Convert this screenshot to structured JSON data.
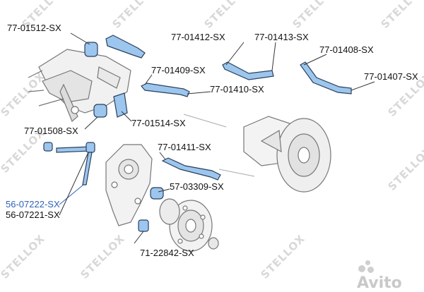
{
  "watermark": {
    "text": "STELLOX"
  },
  "avito": {
    "text": "Avito"
  },
  "parts": {
    "p1": "77-01512-SX",
    "p2": "77-01412-SX",
    "p3": "77-01413-SX",
    "p4": "77-01408-SX",
    "p5": "77-01409-SX",
    "p6": "77-01407-SX",
    "p7": "77-01410-SX",
    "p8": "77-01508-SX",
    "p9": "77-01514-SX",
    "p10": "77-01411-SX",
    "p11": "57-03309-SX",
    "p12": "56-07222-SX",
    "p13": "56-07221-SX",
    "p14": "71-22842-SX"
  },
  "colors": {
    "accent": "#2b63b8",
    "part_blue": "#9cc6ee",
    "line": "#333333"
  }
}
